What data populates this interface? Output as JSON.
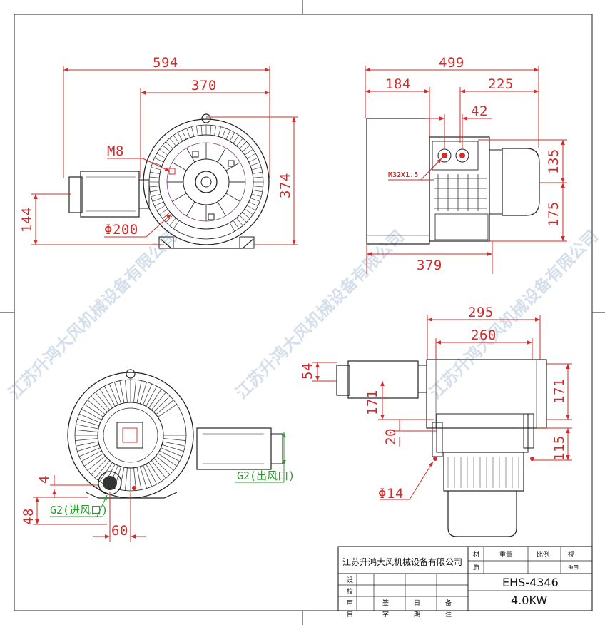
{
  "top_left_view": {
    "dims": {
      "width_594": "594",
      "width_370": "370",
      "height_374": "374",
      "height_144": "144",
      "bolt": "M8",
      "diameter": "Φ200"
    }
  },
  "top_right_view": {
    "dims": {
      "width_499": "499",
      "width_184": "184",
      "width_225": "225",
      "width_42": "42",
      "height_135": "135",
      "height_175": "175",
      "width_379": "379",
      "thread": "M32X1.5"
    }
  },
  "bottom_right_view": {
    "dims": {
      "width_295": "295",
      "width_260": "260",
      "height_54": "54",
      "height_171_left": "171",
      "height_171_right": "171",
      "height_20": "20",
      "height_115": "115",
      "hole": "Φ14"
    }
  },
  "bottom_left_view": {
    "dims": {
      "dim_4": "4",
      "dim_48": "48",
      "dim_60": "60"
    },
    "labels": {
      "inlet": "G2(进风口)",
      "outlet": "G2(出风口)"
    }
  },
  "watermark": {
    "text": "江苏升鸿大风机械设备有限公司"
  },
  "title_block": {
    "company": "江苏升鸿大风机械设备有限公司",
    "material_label": "材",
    "quality_label": "质",
    "weight_label": "重量",
    "scale_label": "比例",
    "view_label": "视",
    "projection_symbol": "⊕⊟",
    "design_label": "设",
    "check_label": "校",
    "audit_label": "审",
    "sign_label": "签",
    "date_label": "日",
    "note_label": "备",
    "item_label": "目",
    "char_label": "字",
    "period_label": "期",
    "remark_label": "注",
    "model": "EHS-4346",
    "power": "4.0KW"
  }
}
